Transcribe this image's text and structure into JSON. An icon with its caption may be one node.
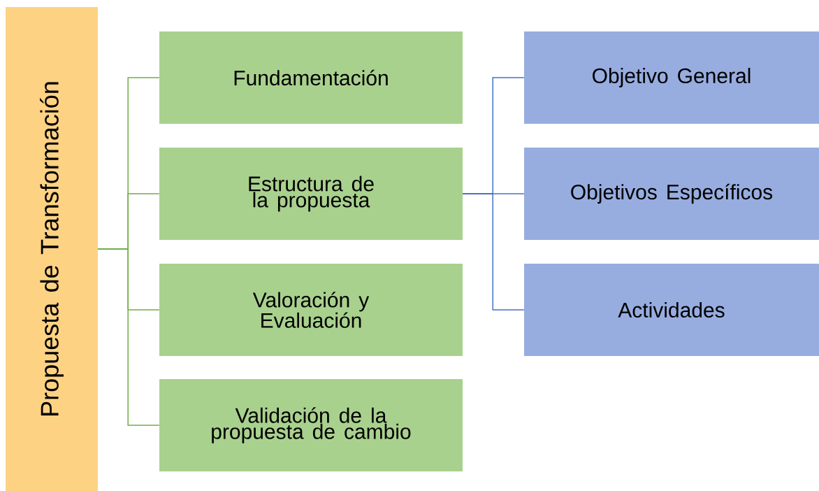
{
  "diagram": {
    "nodes": [
      {
        "text": [
          "Propuesta de Transformación"
        ]
      },
      {
        "text": [
          "Fundamentación"
        ]
      },
      {
        "text": [
          "Estructura de la propuesta"
        ]
      },
      {
        "text": [
          "Valoración y Evaluación"
        ]
      },
      {
        "text": [
          "Validación de la propuesta de cambio"
        ]
      },
      {
        "text": [
          "Objetivo General"
        ]
      },
      {
        "text": [
          "Objetivos Específicos"
        ]
      },
      {
        "text": [
          "Actividades"
        ]
      }
    ],
    "edges": [
      {
        "from": 0,
        "to": 1,
        "arrow": "none"
      },
      {
        "from": 0,
        "to": 2,
        "arrow": "none"
      },
      {
        "from": 0,
        "to": 3,
        "arrow": "none"
      },
      {
        "from": 0,
        "to": 4,
        "arrow": "none"
      },
      {
        "from": 2,
        "to": 5,
        "arrow": "none",
        "color": "#4472c4"
      },
      {
        "from": 2,
        "to": 6,
        "arrow": "none",
        "color": "#4472c4"
      },
      {
        "from": 2,
        "to": 7,
        "arrow": "none",
        "color": "#4472c4"
      }
    ]
  }
}
